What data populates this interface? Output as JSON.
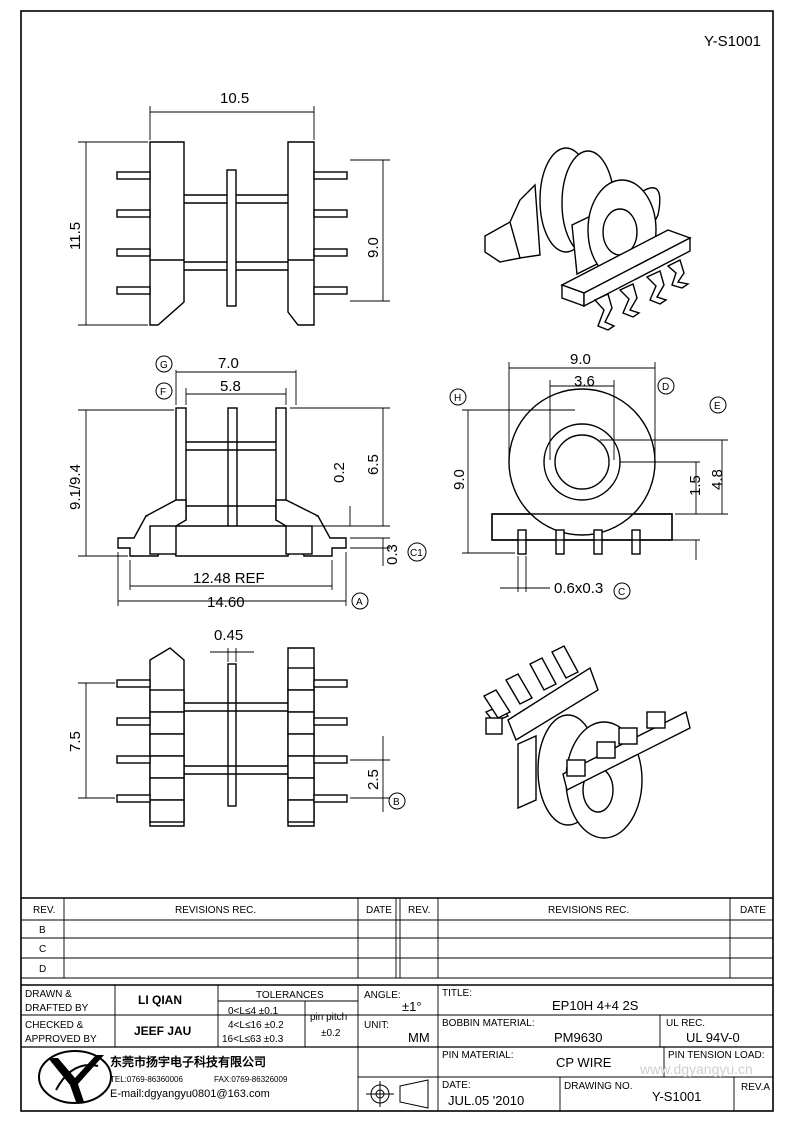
{
  "drawing_code_top": "Y-S1001",
  "watermark": "www.dgyangyu.cn",
  "dims": {
    "top_width": "10.5",
    "top_height": "11.5",
    "top_pins_span": "9.0",
    "front_g": "7.0",
    "front_f": "5.8",
    "front_height": "9.1/9.4",
    "front_65": "6.5",
    "front_02": "0.2",
    "front_03": "0.3",
    "front_ref": "12.48 REF",
    "front_total": "14.60",
    "side_width": "9.0",
    "side_inner": "3.6",
    "side_height": "9.0",
    "side_15": "1.5",
    "side_48": "4.8",
    "side_pin": "0.6x0.3",
    "bot_045": "0.45",
    "bot_75": "7.5",
    "bot_25": "2.5"
  },
  "markers": {
    "g": "G",
    "f": "F",
    "h": "H",
    "d": "D",
    "e": "E",
    "c1": "C1",
    "a": "A",
    "c": "C",
    "b": "B"
  },
  "revisions": {
    "rev_header": "REV.",
    "revisions_header": "REVISIONS   REC.",
    "date_header": "DATE",
    "rows": [
      "B",
      "C",
      "D"
    ]
  },
  "titleblock": {
    "drawn_label_1": "DRAWN &",
    "drawn_label_2": "DRAFTED BY",
    "drawn_value": "LI QIAN",
    "checked_label_1": "CHECKED &",
    "checked_label_2": "APPROVED BY",
    "checked_value": "JEEF JAU",
    "tolerances_label": "TOLERANCES",
    "tol_row1": "0<L≤4    ±0.1",
    "tol_row2": "4<L≤16  ±0.2",
    "tol_row3": "16<L≤63 ±0.3",
    "pin_pitch_label": "pin pitch",
    "pin_pitch_value": "±0.2",
    "angle_label": "ANGLE:",
    "angle_value": "±1°",
    "unit_label": "UNIT:",
    "unit_value": "MM",
    "title_label": "TITLE:",
    "title_value": "EP10H  4+4  2S",
    "bobbin_label": "BOBBIN MATERIAL:",
    "bobbin_value": "PM9630",
    "ul_label": "UL REC.",
    "ul_value": "UL 94V-0",
    "pin_material_label": "PIN MATERIAL:",
    "pin_material_value": "CP  WIRE",
    "pin_tension_label": "PIN TENSION LOAD:",
    "date_label": "DATE:",
    "date_value": "JUL.05  '2010",
    "drawing_no_label": "DRAWING NO.",
    "drawing_no_value": "Y-S1001",
    "rev_label": "REV.A",
    "company_name": "东莞市扬宇电子科技有限公司",
    "tel": "TEL:0769-86360006",
    "fax": "FAX:0769-86326009",
    "email": "E-mail:dgyangyu0801@163.com"
  }
}
